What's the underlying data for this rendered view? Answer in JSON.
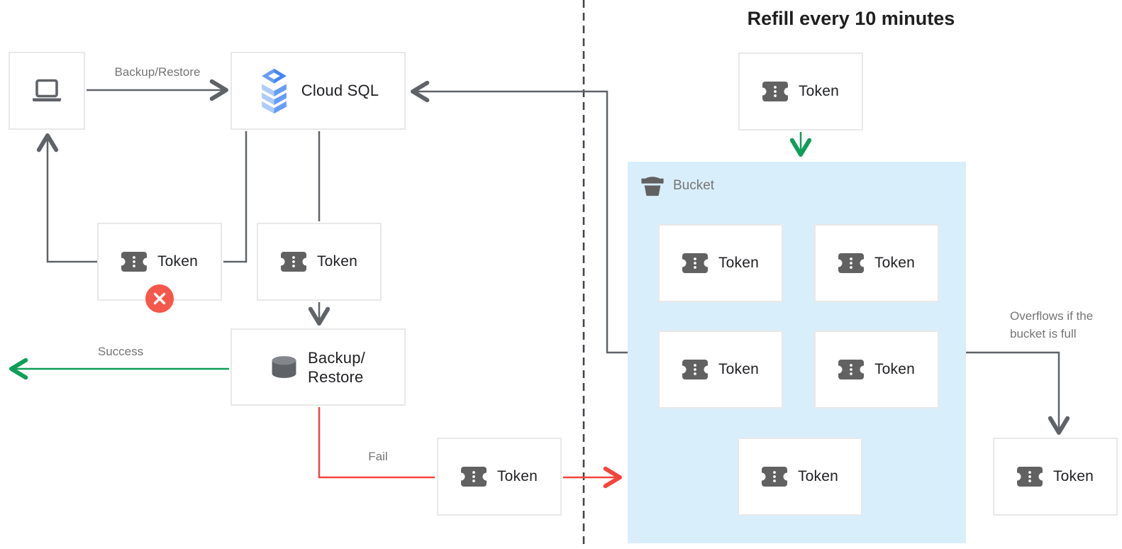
{
  "title": "Refill every 10 minutes",
  "nodes": {
    "cloud_sql": {
      "label": "Cloud SQL"
    },
    "token": {
      "label": "Token"
    },
    "backup_restore": {
      "line1": "Backup/",
      "line2": "Restore"
    },
    "bucket": {
      "label": "Bucket"
    }
  },
  "edges": {
    "request_label": "Backup/Restore",
    "success_label": "Success",
    "fail_label": "Fail",
    "overflow_line1": "Overflows if the",
    "overflow_line2": "bucket is full"
  },
  "icons": {
    "client": "laptop-icon",
    "cloud_sql": "cloud-sql-stack-icon",
    "token": "ticket-icon",
    "backup": "database-icon",
    "bucket": "bucket-icon",
    "rejected": "error-x-icon"
  },
  "colors": {
    "connector": "#5f6368",
    "divider": "#3f4348",
    "success_green": "#0f9d58",
    "fail_red": "#f4453c",
    "badge_red": "#f4584a",
    "bucket_bg": "#d9eefb",
    "icon_gray": "#616161",
    "cloud_sql_dark": "#4285f4",
    "cloud_sql_mid": "#669df6",
    "cloud_sql_light": "#aecbfa"
  }
}
